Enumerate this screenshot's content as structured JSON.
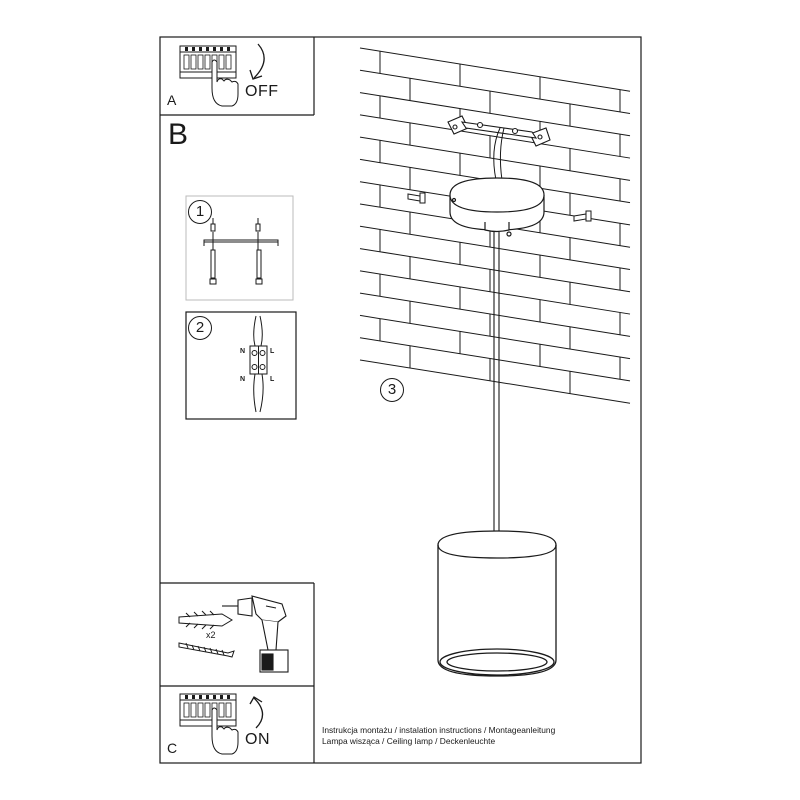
{
  "sections": {
    "a": {
      "label": "A",
      "action": "OFF"
    },
    "b": {
      "label": "B"
    },
    "c": {
      "label": "C",
      "action": "ON"
    }
  },
  "steps": [
    "1",
    "2",
    "3"
  ],
  "wiring": {
    "neutral": "N",
    "live": "L"
  },
  "drill": {
    "quantity": "x2"
  },
  "footer": {
    "line1": "Instrukcja montażu / instalation instructions / Montageanleitung",
    "line2": "Lampa wisząca / Ceiling lamp / Deckenleuchte"
  },
  "icons": [
    "breaker-panel-icon",
    "hand-icon",
    "curved-arrow-icon",
    "drill-icon",
    "wall-plug-icon",
    "screw-icon",
    "mounting-bracket-icon",
    "ceiling-canopy-icon",
    "pendant-shade-icon"
  ]
}
